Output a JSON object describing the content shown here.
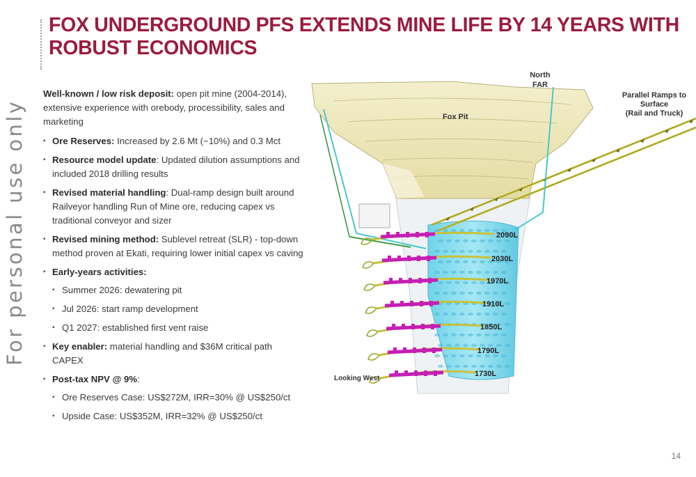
{
  "title": "FOX UNDERGROUND PFS EXTENDS MINE LIFE BY 14 YEARS WITH ROBUST ECONOMICS",
  "side_label": "For personal use only",
  "intro": {
    "bold": "Well-known / low risk deposit:",
    "text": " open pit mine (2004-2014), extensive experience with orebody, processibility, sales and marketing"
  },
  "bullets": [
    {
      "bold": "Ore Reserves:",
      "text": " Increased by 2.6 Mt (~10%) and 0.3 Mct"
    },
    {
      "bold": "Resource model update",
      "text": ": Updated dilution assumptions and included 2018 drilling results"
    },
    {
      "bold": "Revised material handling",
      "text": ": Dual-ramp design built around Railveyor handling Run of Mine ore, reducing capex vs traditional conveyor and sizer"
    },
    {
      "bold": "Revised mining method:",
      "text": " Sublevel retreat (SLR) - top-down method proven at Ekati, requiring lower initial capex vs caving"
    },
    {
      "bold": "Early-years activities:",
      "text": ""
    },
    {
      "bold": "Key enabler:",
      "text": " material handling and $36M critical path CAPEX"
    },
    {
      "bold": "Post-tax NPV @ 9%",
      "text": ":"
    }
  ],
  "early_years": [
    "Summer 2026: dewatering pit",
    "Jul 2026: start ramp development",
    "Q1 2027: established first vent raise"
  ],
  "npv_cases": [
    "Ore Reserves Case: US$272M, IRR=30% @ US$250/ct",
    "Upside Case: US$352M, IRR=32% @ US$250/ct"
  ],
  "diagram": {
    "north_label_1": "North",
    "north_label_2": "FAR",
    "ramps_label_1": "Parallel Ramps to",
    "ramps_label_2": "Surface",
    "ramps_label_3": "(Rail and Truck)",
    "pit_label": "Fox Pit",
    "view_label": "Looking West",
    "levels": [
      "2090L",
      "2030L",
      "1970L",
      "1910L",
      "1850L",
      "1790L",
      "1730L"
    ],
    "colors": {
      "pit": "#efe9bd",
      "ore": "#7fd9ee",
      "drifts": "#c8c23a",
      "stopes": "#c51fb5",
      "title": "#9b1b3e"
    }
  },
  "page_number": "14"
}
